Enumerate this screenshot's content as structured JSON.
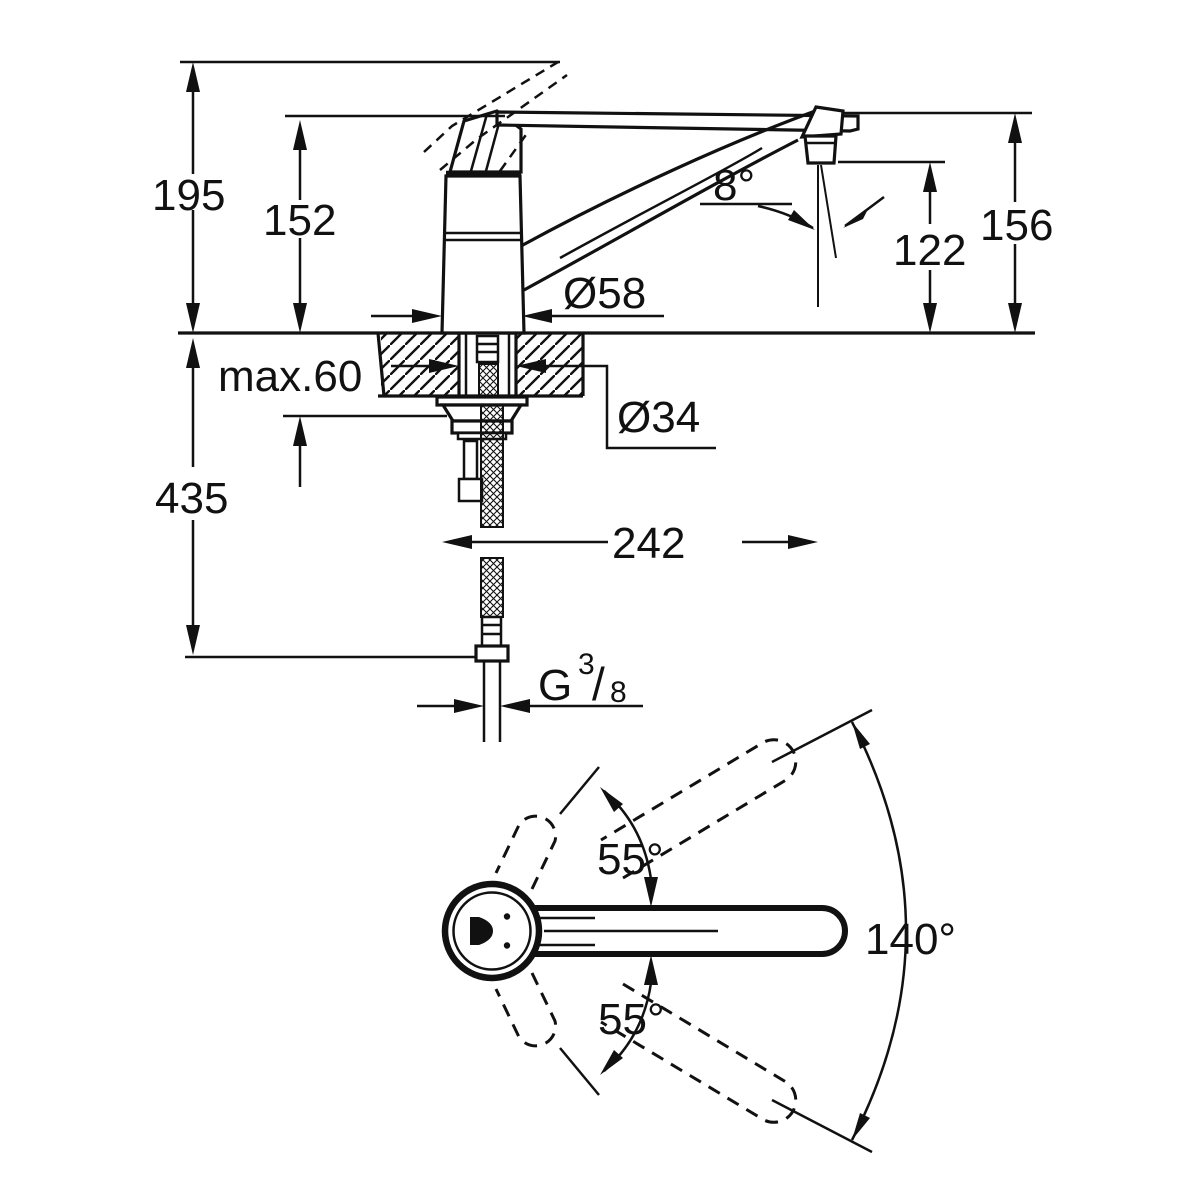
{
  "drawing": {
    "title": "kitchen-faucet-dimension-drawing",
    "units": "mm",
    "colors": {
      "line": "#111111",
      "background": "#ffffff"
    },
    "side_view": {
      "overall_height": "195",
      "body_height": "152",
      "spout_top_height": "156",
      "outlet_height": "122",
      "outlet_angle": "8°",
      "base_diameter": "Ø58",
      "hole_diameter": "Ø34",
      "max_deck_thickness": "max.60",
      "under_deck_depth": "435",
      "spout_reach": "242",
      "thread": {
        "g": "G",
        "num": "3",
        "slash": "/",
        "den": "8"
      }
    },
    "top_view": {
      "swivel_upper": "55°",
      "swivel_lower": "55°",
      "swivel_range": "140°"
    }
  }
}
